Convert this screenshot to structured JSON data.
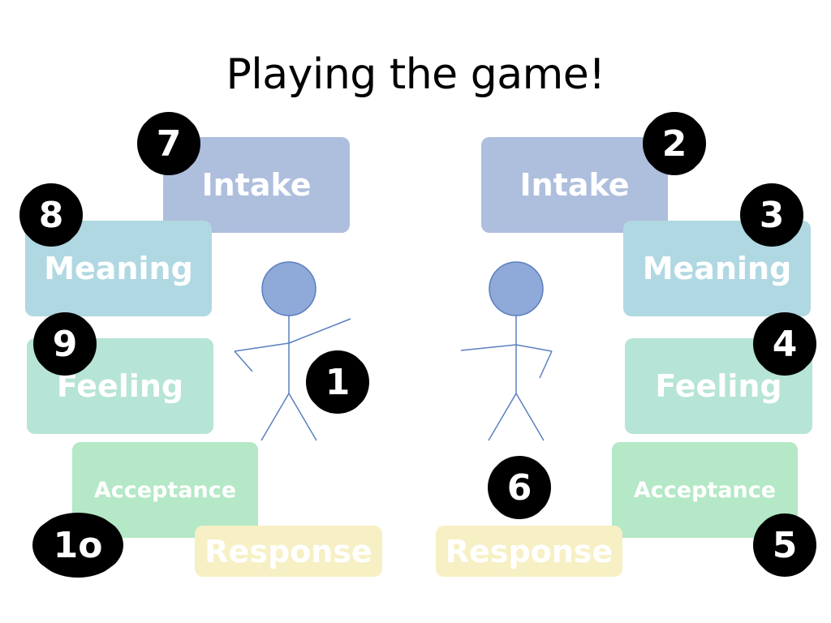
{
  "slide": {
    "title": "Playing the game!"
  },
  "left_stack": {
    "intake": "Intake",
    "meaning": "Meaning",
    "feeling": "Feeling",
    "acceptance": "Acceptance",
    "response": "Response"
  },
  "right_stack": {
    "intake": "Intake",
    "meaning": "Meaning",
    "feeling": "Feeling",
    "acceptance": "Acceptance",
    "response": "Response"
  },
  "badges": {
    "b1": "1",
    "b2": "2",
    "b3": "3",
    "b4": "4",
    "b5": "5",
    "b6": "6",
    "b7": "7",
    "b8": "8",
    "b9": "9",
    "b10": "1o"
  },
  "colors": {
    "intake": "#aebedd",
    "meaning": "#b0d8e2",
    "feeling": "#b6e4d6",
    "acceptance": "#b4e8c6",
    "response": "#f6f0c4",
    "figure_stroke": "#5b7fbf",
    "figure_head": "#8fa9d8"
  }
}
